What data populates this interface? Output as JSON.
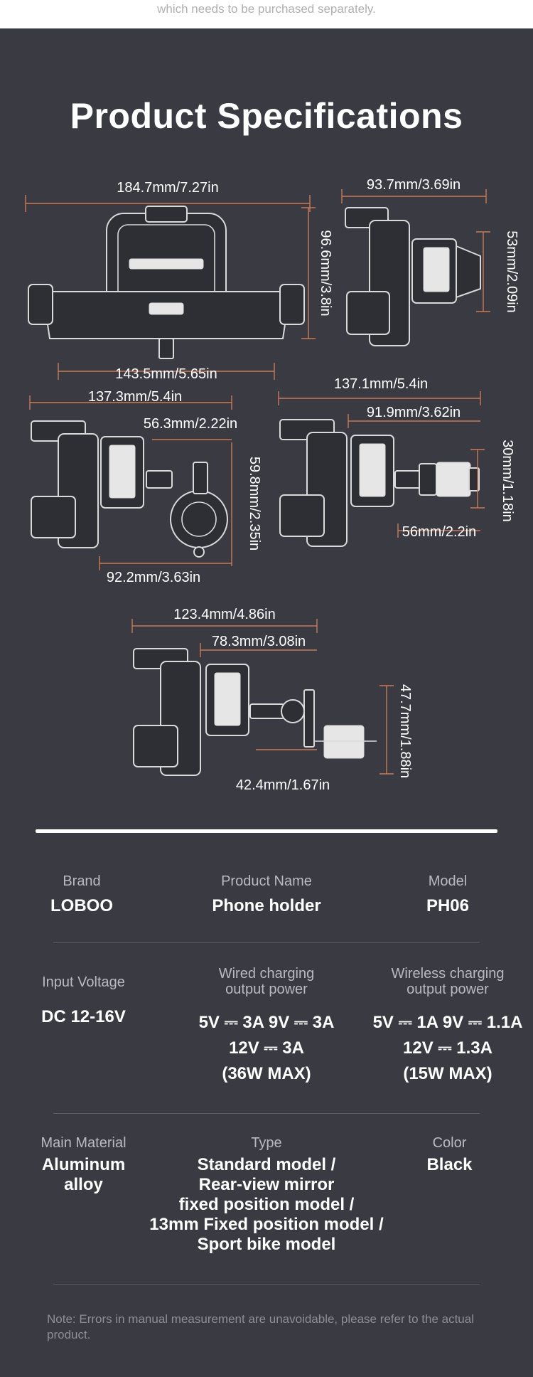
{
  "top_note": "which needs to be purchased separately.",
  "title": "Product Specifications",
  "dimensions": {
    "top_width": "184.7mm/7.27in",
    "top_height": "96.6mm/3.8in",
    "top_bottom_width": "143.5mm/5.65in",
    "side_width": "93.7mm/3.69in",
    "side_height": "53mm/2.09in",
    "handlebar_width": "137.3mm/5.4in",
    "handlebar_arm": "56.3mm/2.22in",
    "handlebar_height": "59.8mm/2.35in",
    "handlebar_bottom": "92.2mm/3.63in",
    "mirror_width": "137.1mm/5.4in",
    "mirror_arm": "91.9mm/3.62in",
    "mirror_height": "30mm/1.18in",
    "mirror_bottom": "56mm/2.2in",
    "fixed_width": "123.4mm/4.86in",
    "fixed_arm": "78.3mm/3.08in",
    "fixed_height": "47.7mm/1.88in",
    "fixed_bottom": "42.4mm/1.67in"
  },
  "specs": {
    "brand": {
      "label": "Brand",
      "value": "LOBOO"
    },
    "product_name": {
      "label": "Product Name",
      "value": "Phone holder"
    },
    "model": {
      "label": "Model",
      "value": "PH06"
    },
    "input_voltage": {
      "label": "Input Voltage",
      "value": "DC 12-16V"
    },
    "wired": {
      "label_line1": "Wired charging",
      "label_line2": "output power",
      "value_line1": "5V ⎓ 3A  9V ⎓ 3A",
      "value_line2": "12V ⎓ 3A",
      "value_line3": "(36W MAX)"
    },
    "wireless": {
      "label_line1": "Wireless charging",
      "label_line2": "output power",
      "value_line1": "5V ⎓ 1A  9V ⎓ 1.1A",
      "value_line2": "12V ⎓ 1.3A",
      "value_line3": "(15W MAX)"
    },
    "material": {
      "label": "Main Material",
      "value_line1": "Aluminum",
      "value_line2": "alloy"
    },
    "type": {
      "label": "Type",
      "lines": [
        "Standard model /",
        "Rear-view mirror",
        "fixed position model /",
        "13mm Fixed position model /",
        "Sport bike model"
      ]
    },
    "color": {
      "label": "Color",
      "value": "Black"
    }
  },
  "footnote": "Note: Errors in manual measurement are unavoidable, please refer to the actual product."
}
